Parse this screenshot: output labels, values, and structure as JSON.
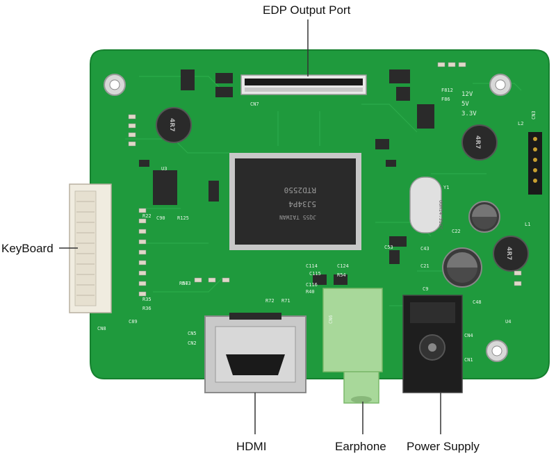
{
  "callouts": {
    "edp": "EDP Output Port",
    "keyboard": "KeyBoard",
    "hdmi": "HDMI",
    "earphone": "Earphone",
    "power": "Power Supply"
  },
  "silkscreen": {
    "chip_main": "RTD2550",
    "chip_line2": "5J34P4",
    "chip_line3": "JQ55 TAIWAN",
    "crystal": "OUH14.318Y",
    "inductor": "4R7",
    "voltage_12": "12V",
    "voltage_5": "5V",
    "voltage_33": "3.3V",
    "cn5": "CN5",
    "cn2": "CN2",
    "cn6": "CN6",
    "cn4": "CN4",
    "cn1": "CN1",
    "cn7": "CN7",
    "cn8": "CN8",
    "cn3": "CN3",
    "u4": "U4",
    "y1": "Y1",
    "c89": "C89",
    "r125": "R125",
    "c90": "C90",
    "u3": "U3",
    "l2": "L2",
    "l1": "L1",
    "c22": "C22",
    "c43": "C43",
    "c21": "C21",
    "f86": "F86",
    "f812": "F812",
    "r22_label": "R22",
    "r35_label": "R35",
    "r36_label": "R36",
    "r40_label": "R40",
    "c116_label": "C116",
    "c114": "C114",
    "c115": "C115",
    "c124": "C124",
    "r54": "R54",
    "c53": "C53",
    "c9": "C9",
    "c48": "C48",
    "r72": "R72",
    "r71": "R71",
    "r57": "R57",
    "r43": "R43"
  },
  "colors": {
    "pcb": "#1f9a3d",
    "pcb_dark": "#157a2e",
    "trace": "#2fb04f",
    "hdmi_metal": "#c9c9c9",
    "earphone_jack": "#a8d89a",
    "power_jack": "#1e1e1e",
    "chip": "#2a2a2a"
  }
}
